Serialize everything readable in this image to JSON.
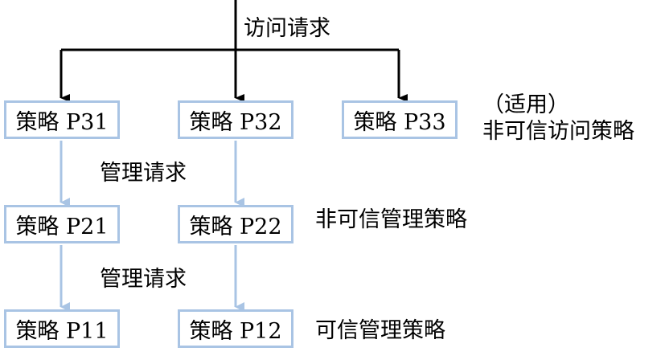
{
  "diagram": {
    "labels": {
      "access_request": "访问请求",
      "mgmt_request_1": "管理请求",
      "mgmt_request_2": "管理请求",
      "applicable": "（适用）",
      "untrusted_access_policy": "非可信访问策略",
      "untrusted_mgmt_policy": "非可信管理策略",
      "trusted_mgmt_policy": "可信管理策略"
    },
    "nodes": {
      "p31": "策略 P31",
      "p32": "策略 P32",
      "p33": "策略 P33",
      "p21": "策略 P21",
      "p22": "策略 P22",
      "p11": "策略 P11",
      "p12": "策略 P12"
    },
    "colors": {
      "box_border": "#a9c4e4",
      "blue_arrow": "#a9c4e4",
      "black_arrow": "#000000"
    }
  }
}
